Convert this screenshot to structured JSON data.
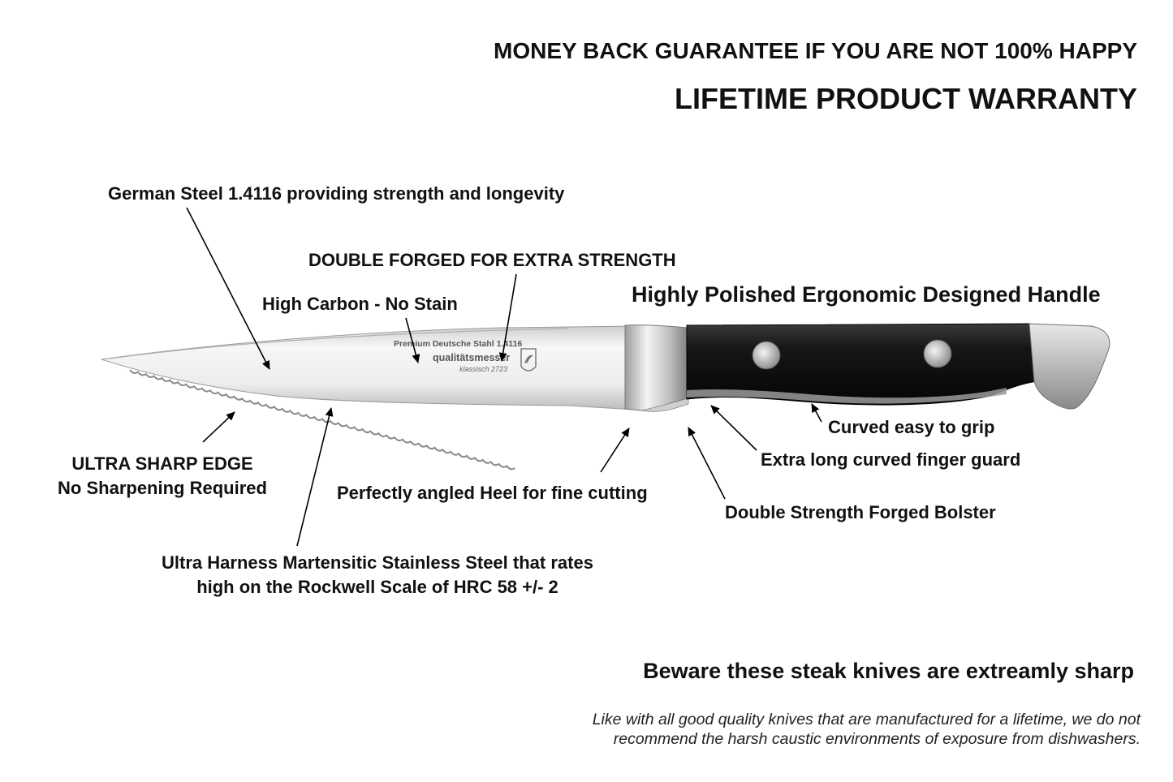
{
  "header": {
    "guarantee": "MONEY BACK GUARANTEE IF YOU ARE NOT 100% HAPPY",
    "warranty": "LIFETIME PRODUCT WARRANTY"
  },
  "callouts": {
    "german_steel": "German Steel 1.4116 providing strength and longevity",
    "double_forged": "DOUBLE FORGED FOR EXTRA STRENGTH",
    "high_carbon": "High Carbon - No Stain",
    "handle": "Highly Polished Ergonomic Designed Handle",
    "curved_grip": "Curved easy to grip",
    "finger_guard": "Extra long curved finger guard",
    "ultra_sharp_line1": "ULTRA SHARP EDGE",
    "ultra_sharp_line2": "No Sharpening Required",
    "heel": "Perfectly angled Heel for fine cutting",
    "bolster": "Double Strength Forged Bolster",
    "martensitic_line1": "Ultra Harness Martensitic Stainless Steel that rates",
    "martensitic_line2": "high on the Rockwell Scale of HRC 58 +/- 2"
  },
  "blade_etching": {
    "line1": "Premium Deutsche Stahl 1.4116",
    "line2": "qualitätsmesser",
    "line3": "klassisch 2723"
  },
  "footer": {
    "warning": "Beware these steak knives are extreamly sharp",
    "note_line1": "Like with all good quality knives that are manufactured for a lifetime, we do not",
    "note_line2": "recommend the harsh caustic environments of exposure from dishwashers."
  },
  "colors": {
    "text": "#111111",
    "handle": "#151515",
    "steel_light": "#f2f2f2",
    "steel_dark": "#a8a8a8"
  }
}
